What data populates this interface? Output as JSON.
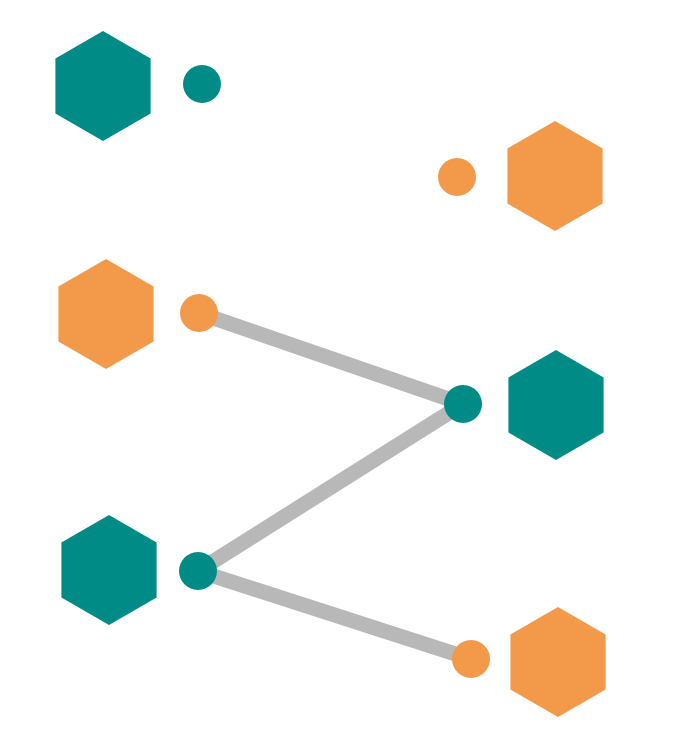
{
  "colors": {
    "teal": "#008b87",
    "orange": "#f2994a",
    "connector": "#b8b8b8",
    "background": "#ffffff"
  },
  "left_tiles": [
    {
      "id": "left-1",
      "color": "teal"
    },
    {
      "id": "left-2",
      "color": "orange"
    },
    {
      "id": "left-3",
      "color": "teal"
    }
  ],
  "right_tiles": [
    {
      "id": "right-1",
      "color": "orange"
    },
    {
      "id": "right-2",
      "color": "teal"
    },
    {
      "id": "right-3",
      "color": "orange"
    }
  ],
  "connections": [
    {
      "from": "left-2",
      "to": "right-2"
    },
    {
      "from": "right-2",
      "to": "left-3"
    },
    {
      "from": "left-3",
      "to": "right-3"
    }
  ]
}
